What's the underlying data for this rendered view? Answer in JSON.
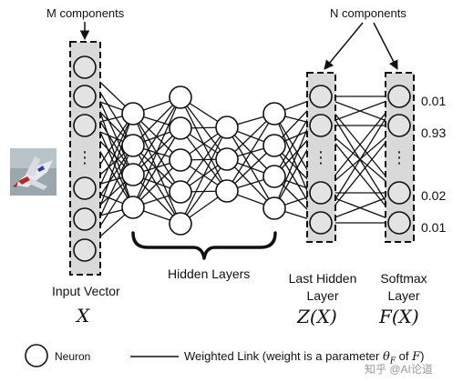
{
  "labels": {
    "m_components": "M components",
    "n_components": "N components",
    "input_vector": "Input Vector",
    "input_symbol": "X",
    "hidden_layers": "Hidden Layers",
    "last_hidden_line1": "Last Hidden",
    "last_hidden_line2": "Layer",
    "last_hidden_symbol": "Z(X)",
    "softmax_line1": "Softmax",
    "softmax_line2": "Layer",
    "softmax_symbol": "F(X)",
    "ellipsis": "⋮"
  },
  "outputs": [
    "0.01",
    "0.93",
    "0.02",
    "0.01"
  ],
  "legend": {
    "neuron": "Neuron",
    "link_text": "Weighted Link (weight is a parameter ",
    "link_math": "θ",
    "link_math_sub": "F",
    "link_tail": " of ",
    "link_tail_math": "F",
    "link_close": ")"
  },
  "watermark": "知乎 @AI论道",
  "image": {
    "description_icon": "airplane-thumbnail"
  },
  "colors": {
    "neuron_fill_boxed": "#e3e3e3",
    "neuron_fill_plain": "#ffffff",
    "box_fill": "#d9d9d9",
    "stroke": "#111111"
  }
}
